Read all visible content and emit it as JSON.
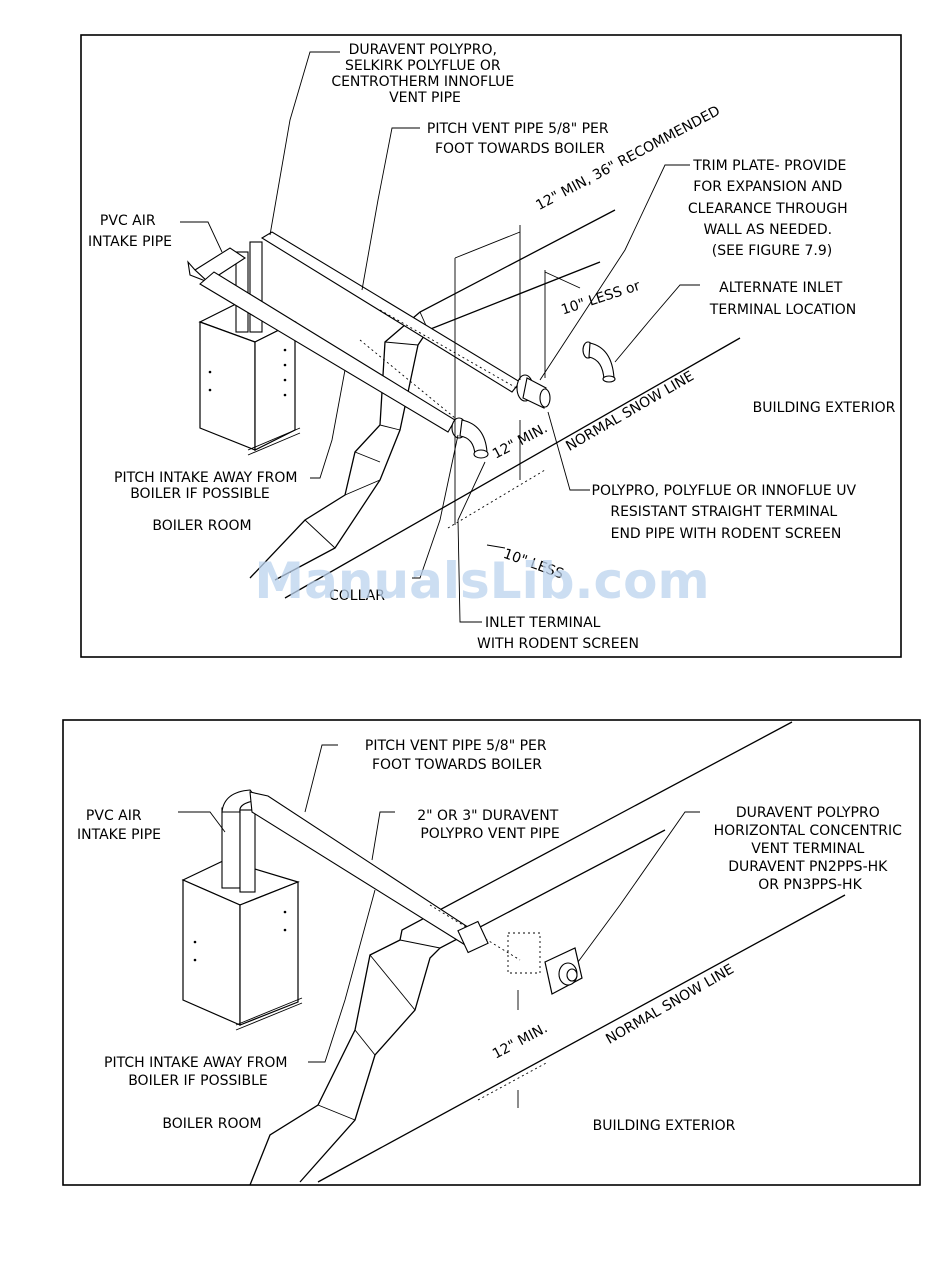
{
  "top_diagram": {
    "vent_pipe_label": [
      "DURAVENT POLYPRO,",
      "SELKIRK POLYFLUE OR",
      "CENTROTHERM INNOFLUE",
      "VENT PIPE"
    ],
    "pitch_vent_label": [
      "PITCH VENT PIPE 5/8\" PER",
      "FOOT TOWARDS BOILER"
    ],
    "pvc_label": [
      "PVC AIR",
      "INTAKE PIPE"
    ],
    "trim_plate_label": [
      "TRIM PLATE- PROVIDE",
      "FOR EXPANSION AND",
      "CLEARANCE THROUGH",
      "WALL AS NEEDED.",
      "(SEE FIGURE 7.9)"
    ],
    "alternate_inlet_label": [
      "ALTERNATE INLET",
      "TERMINAL LOCATION"
    ],
    "min_dim_label": "12\" MIN, 36\" RECOMMENDED",
    "ten_less_label": "10\" LESS or",
    "building_exterior": "BUILDING EXTERIOR",
    "snow_line": "NORMAL SNOW LINE",
    "twelve_min": "12\" MIN.",
    "pitch_intake_label": [
      "PITCH INTAKE AWAY FROM",
      "BOILER IF POSSIBLE"
    ],
    "boiler_room": "BOILER ROOM",
    "polypro_terminal_label": [
      "POLYPRO, POLYFLUE OR INNOFLUE UV",
      "RESISTANT STRAIGHT TERMINAL",
      "END PIPE WITH RODENT SCREEN"
    ],
    "ten_less_bottom": "10\" LESS",
    "collar_label": "COLLAR",
    "inlet_terminal_label": [
      "INLET TERMINAL",
      "WITH RODENT SCREEN"
    ]
  },
  "bottom_diagram": {
    "pitch_vent_label": [
      "PITCH VENT PIPE 5/8\" PER",
      "FOOT TOWARDS BOILER"
    ],
    "pvc_label": [
      "PVC AIR",
      "INTAKE PIPE"
    ],
    "vent_pipe_label": [
      "2\" OR 3\" DURAVENT",
      "POLYPRO VENT PIPE"
    ],
    "concentric_label": [
      "DURAVENT POLYPRO",
      "HORIZONTAL CONCENTRIC",
      "VENT TERMINAL",
      "DURAVENT PN2PPS-HK",
      "OR PN3PPS-HK"
    ],
    "twelve_min": "12\" MIN.",
    "snow_line": "NORMAL SNOW LINE",
    "pitch_intake_label": [
      "PITCH INTAKE AWAY FROM",
      "BOILER IF POSSIBLE"
    ],
    "boiler_room": "BOILER ROOM",
    "building_exterior": "BUILDING EXTERIOR"
  },
  "watermark": "ManualsLib.com"
}
